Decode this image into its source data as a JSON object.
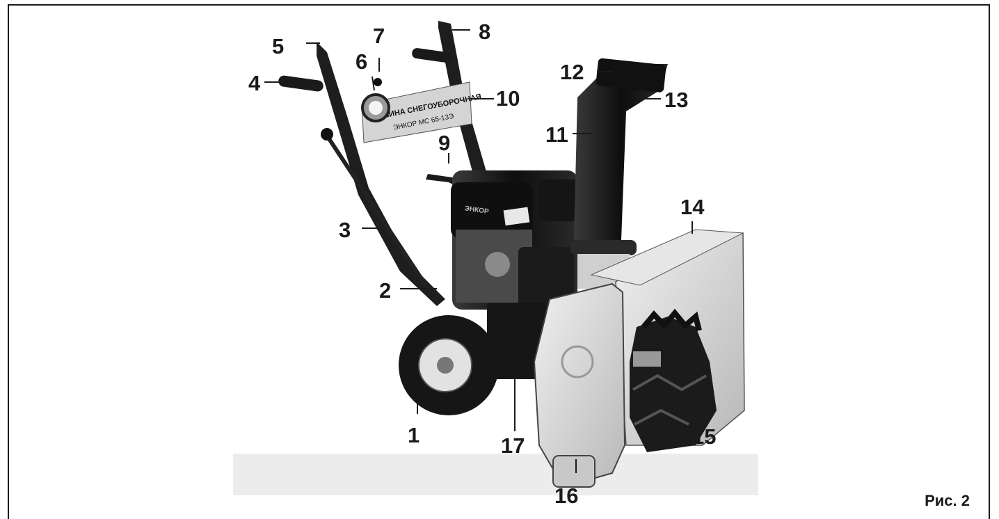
{
  "figure": {
    "caption": "Рис. 2",
    "plate_text_line1": "ШИНА СНЕГОУБОРОЧНАЯ",
    "plate_text_line2": "ЭНКОР МС 65-13Э",
    "engine_brand": "ЭНКОР",
    "callouts": [
      "1",
      "2",
      "3",
      "4",
      "5",
      "6",
      "7",
      "8",
      "9",
      "10",
      "11",
      "12",
      "13",
      "14",
      "15",
      "16",
      "17"
    ]
  },
  "colors": {
    "frame": "#1a1a1a",
    "body_dark": "#1c1c1c",
    "housing_light": "#d8d8d8",
    "ground_shadow": "#ececec"
  }
}
